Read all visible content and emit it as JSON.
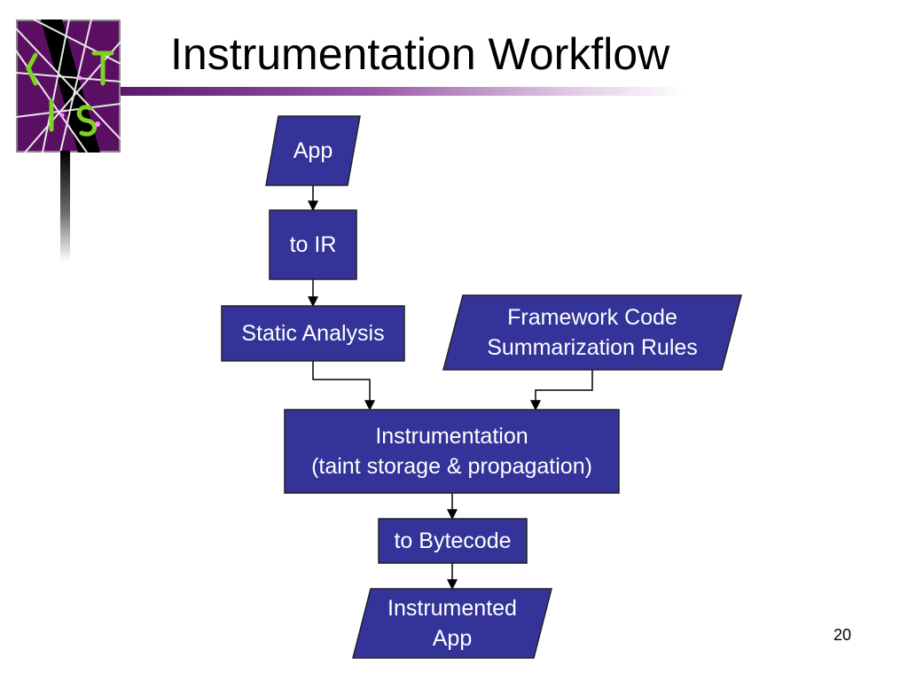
{
  "slide": {
    "title": "Instrumentation Workflow",
    "page_number": "20"
  },
  "colors": {
    "node_fill": "#333399",
    "node_stroke": "#222222",
    "arrow": "#000000",
    "title_rule": "#7a3a8a",
    "logo_bg": "#5b0f63",
    "logo_text": "#7ed321"
  },
  "diagram": {
    "nodes": {
      "app": {
        "shape": "parallelogram",
        "lines": [
          "App"
        ]
      },
      "to_ir": {
        "shape": "rectangle",
        "lines": [
          "to IR"
        ]
      },
      "static_analysis": {
        "shape": "rectangle",
        "lines": [
          "Static Analysis"
        ]
      },
      "framework_rules": {
        "shape": "parallelogram",
        "lines": [
          "Framework Code",
          "Summarization Rules"
        ]
      },
      "instrumentation": {
        "shape": "rectangle",
        "lines": [
          "Instrumentation",
          "(taint storage & propagation)"
        ]
      },
      "to_bytecode": {
        "shape": "rectangle",
        "lines": [
          "to Bytecode"
        ]
      },
      "instrumented_app": {
        "shape": "parallelogram",
        "lines": [
          "Instrumented",
          "App"
        ]
      }
    },
    "edges": [
      {
        "from": "app",
        "to": "to_ir"
      },
      {
        "from": "to_ir",
        "to": "static_analysis"
      },
      {
        "from": "static_analysis",
        "to": "instrumentation"
      },
      {
        "from": "framework_rules",
        "to": "instrumentation"
      },
      {
        "from": "instrumentation",
        "to": "to_bytecode"
      },
      {
        "from": "to_bytecode",
        "to": "instrumented_app"
      }
    ]
  }
}
